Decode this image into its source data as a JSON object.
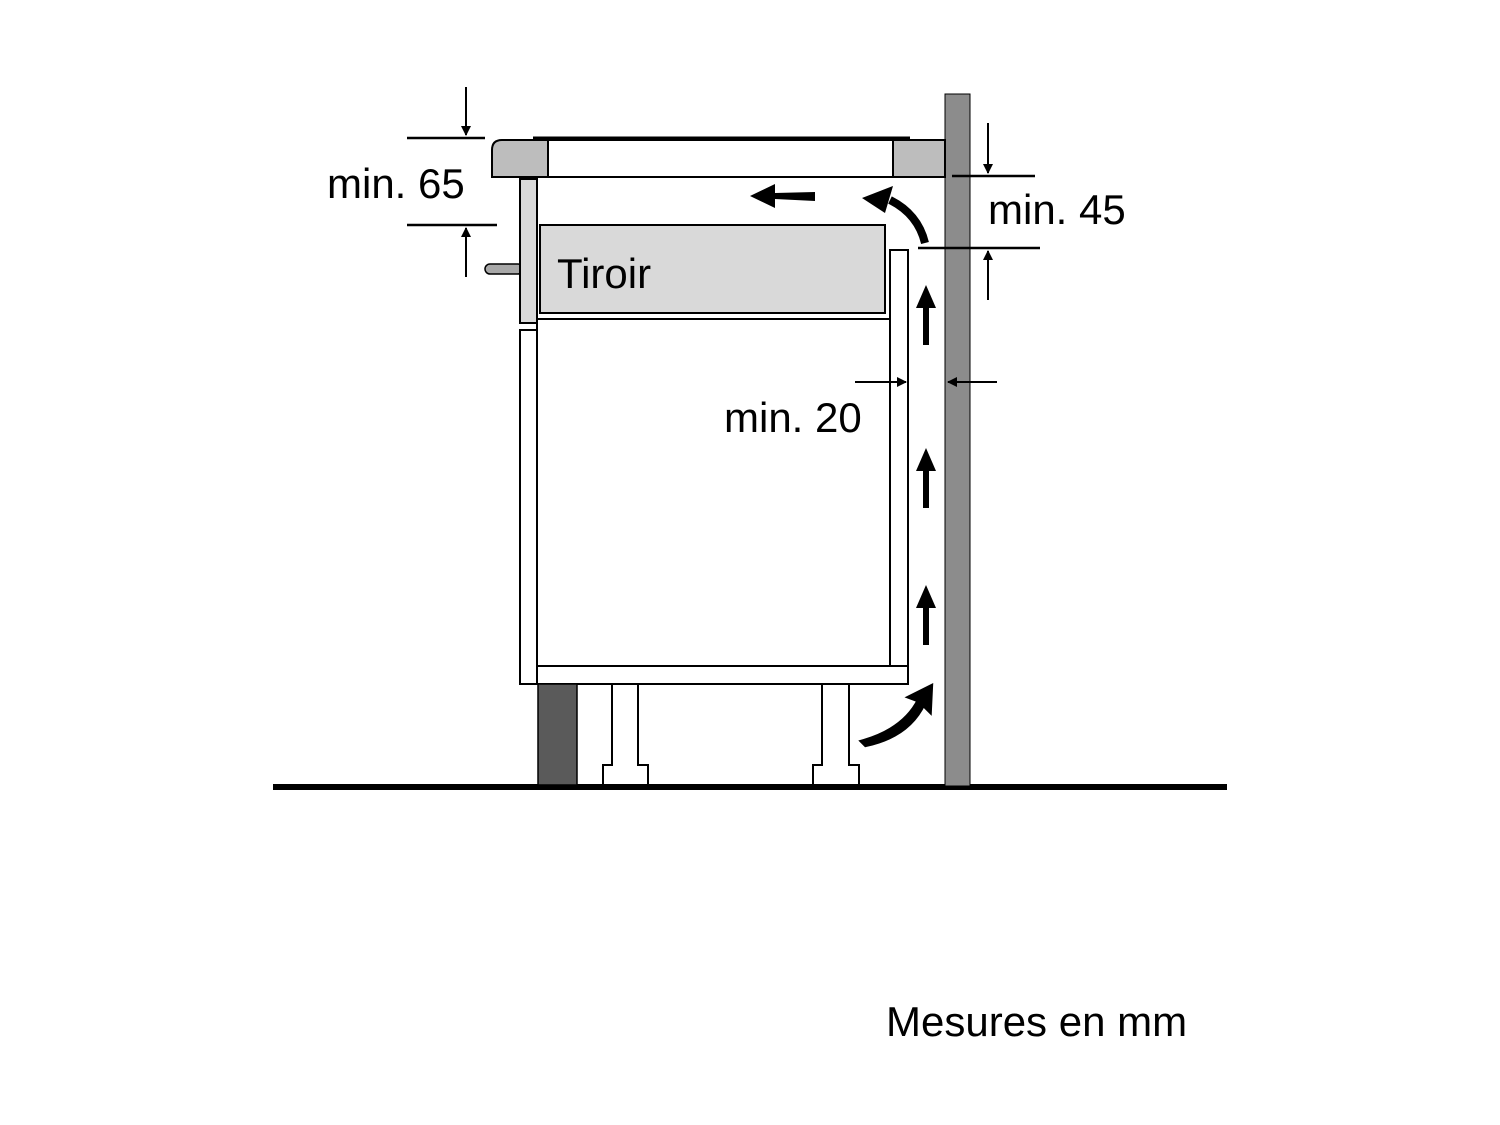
{
  "labels": {
    "min_top_front": "min. 65",
    "min_top_back": "min. 45",
    "min_gap_wall": "min. 20",
    "drawer": "Tiroir",
    "units_note": "Mesures en mm"
  },
  "colors": {
    "wall": "#8c8c8c",
    "plinth": "#5a5a5a",
    "drawer": "#d9d9d9",
    "worktop": "#bdbdbd"
  }
}
